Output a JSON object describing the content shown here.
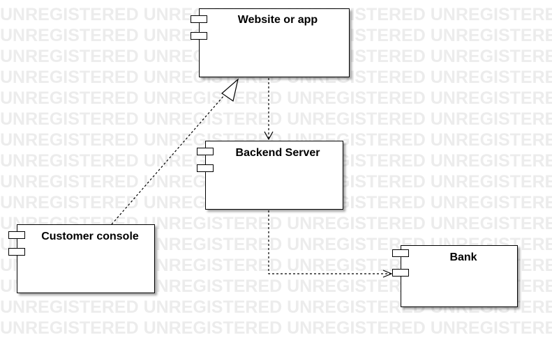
{
  "watermark": {
    "text": "UNREGISTERED"
  },
  "components": {
    "website": {
      "name": "Website or app"
    },
    "backend": {
      "name": "Backend Server"
    },
    "customer": {
      "name": "Customer console"
    },
    "bank": {
      "name": "Bank"
    }
  },
  "relationships": [
    {
      "from": "website",
      "to": "backend",
      "kind": "dependency"
    },
    {
      "from": "customer",
      "to": "website",
      "kind": "realization"
    },
    {
      "from": "backend",
      "to": "bank",
      "kind": "dependency"
    }
  ],
  "colors": {
    "line": "#000000",
    "watermark": "#ececec",
    "background": "#ffffff"
  }
}
